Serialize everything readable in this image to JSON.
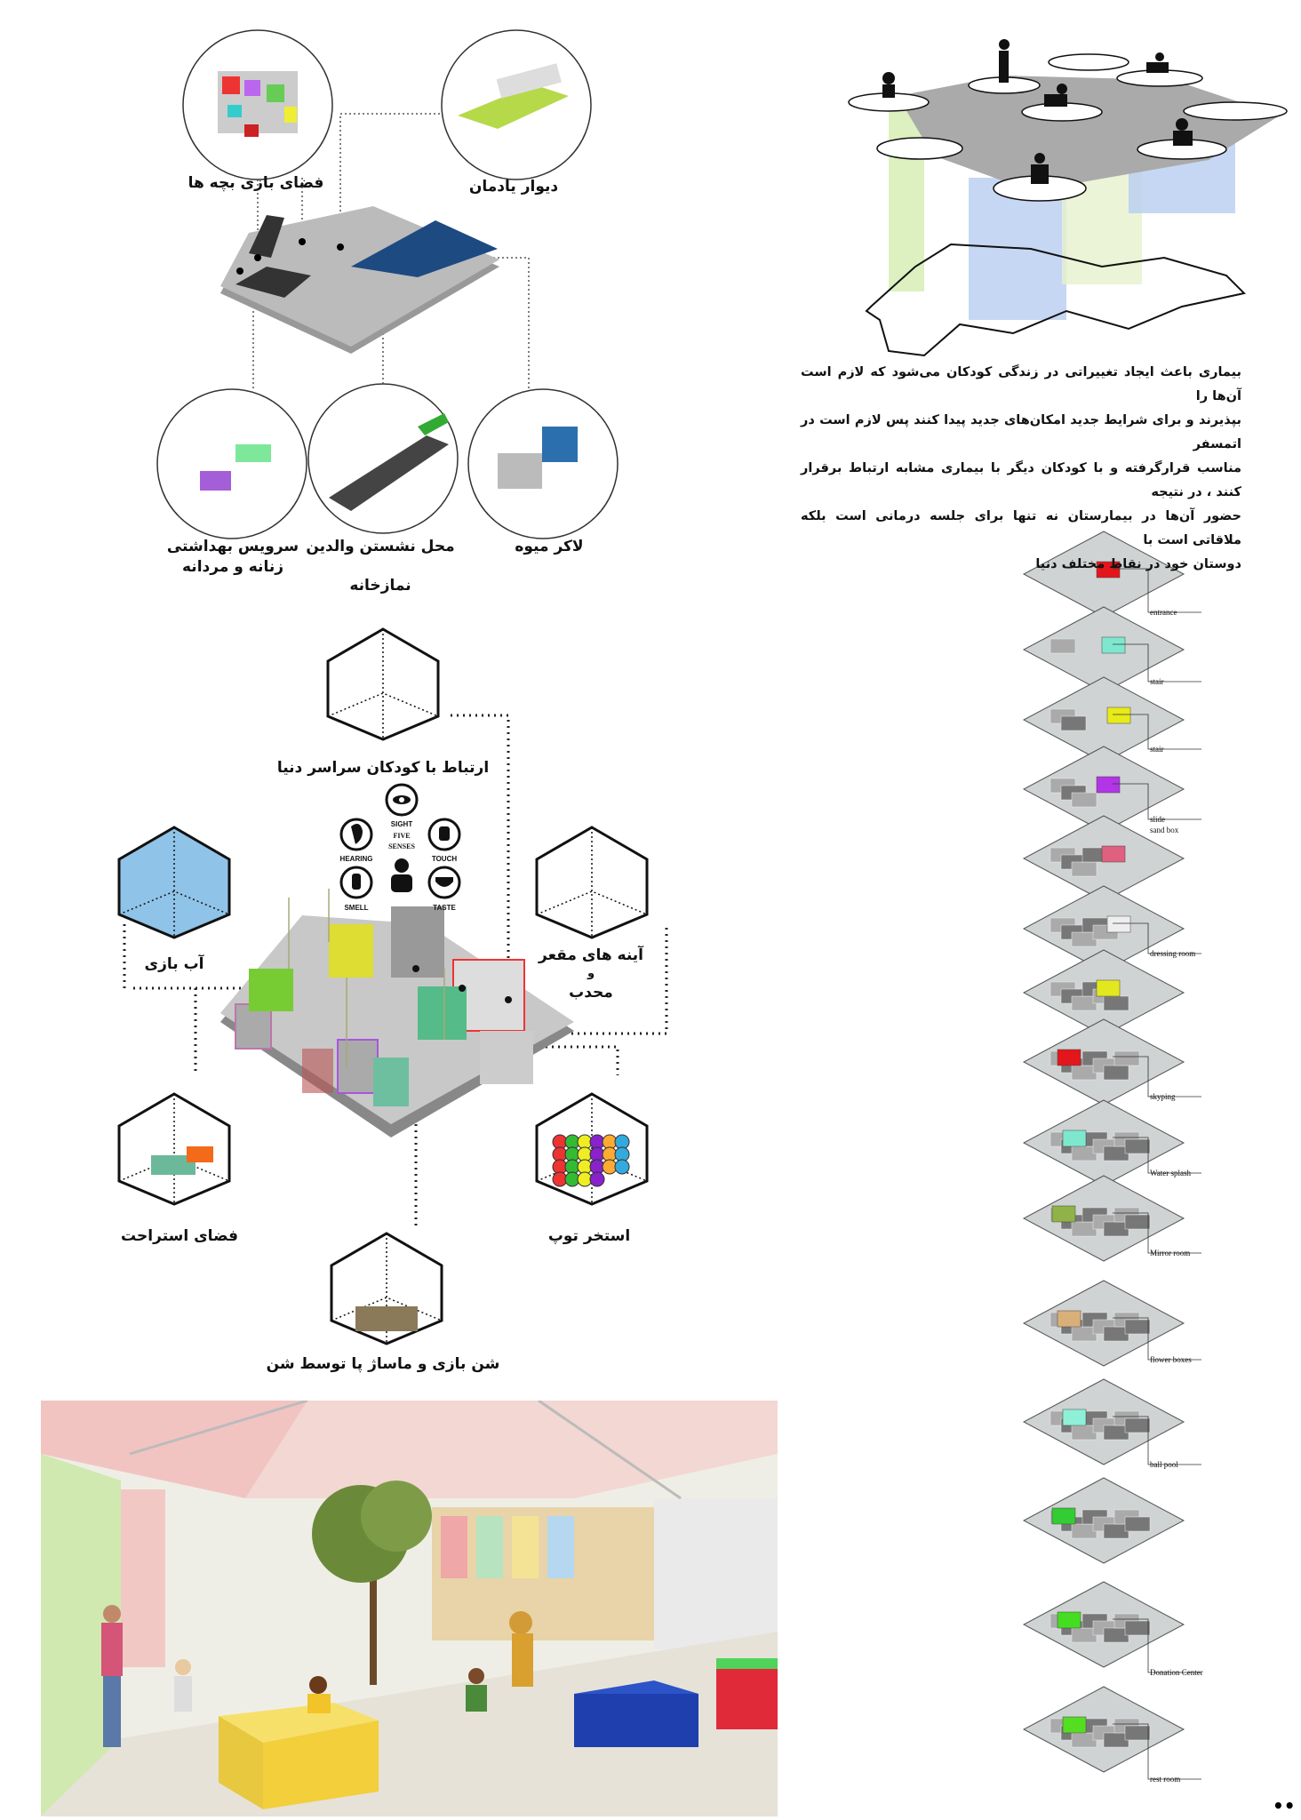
{
  "top_left": {
    "children_play": "فضای بازی بچه ها",
    "memorial_wall": "دیوار یادمان",
    "sanitary_1": "سرویس بهداشتی",
    "sanitary_2": "زنانه و مردانه",
    "parents_seating": "محل نشستن والدین",
    "prayer_room": "نمازخانه",
    "fruit_locker": "لاکر میوه"
  },
  "top_right": {
    "paragraph": [
      "بیماری باعث ایجاد تغییراتی در زندگی کودکان می‌شود که لازم است آن‌ها را",
      "بپذیرند و برای شرایط جدید امکان‌های جدید پیدا کنند پس لازم است در اتمسفر",
      "مناسب قرارگرفته و با کودکان دیگر با بیماری مشابه ارتباط برقرار کنند ، در نتیجه",
      "حضور آن‌ها در بیمارستان نه تنها برای جلسه درمانی است بلکه ملاقاتی است با",
      "دوستان خود در نقاط مختلف دنیا"
    ]
  },
  "middle": {
    "world_children": "ارتباط با کودکان سراسر دنیا",
    "water_play": "آب بازی",
    "mirrors_1": "آینه های مقعر",
    "mirrors_2": "و",
    "mirrors_3": "محدب",
    "rest_space": "فضای استراحت",
    "ball_pool": "استخر توپ",
    "sand_play": "شن بازی و ماساژ پا توسط شن",
    "senses": {
      "title_1": "FIVE",
      "title_2": "SENSES",
      "sight": "SIGHT",
      "hearing": "HEARING",
      "touch": "TOUCH",
      "smell": "SMELL",
      "taste": "TASTE"
    }
  },
  "layers": [
    {
      "label": "entrance",
      "color": "#e3161b"
    },
    {
      "label": "stair",
      "color": "#7ee8cf"
    },
    {
      "label": "stair",
      "color": "#e8ea1a"
    },
    {
      "label": "slide",
      "label2": "sand box",
      "color": "#b235e6"
    },
    {
      "label": "",
      "color": "#e06080"
    },
    {
      "label": "dressing room",
      "color": "#eeeeee"
    },
    {
      "label": "",
      "color": "#e3e81e"
    },
    {
      "label": "skyping",
      "color": "#e3161b"
    },
    {
      "label": "Water splash",
      "color": "#7ee8cf"
    },
    {
      "label": "Mirror room",
      "color": "#8fb348"
    },
    {
      "label": "flower boxes",
      "color": "#d9b07a"
    },
    {
      "label": "ball pool",
      "color": "#8ff0d8"
    },
    {
      "label": "",
      "color": "#33cc33"
    },
    {
      "label": "Donation Center",
      "color": "#44dd22"
    },
    {
      "label": "rest room",
      "color": "#55dd22"
    }
  ],
  "page_mark": "••"
}
